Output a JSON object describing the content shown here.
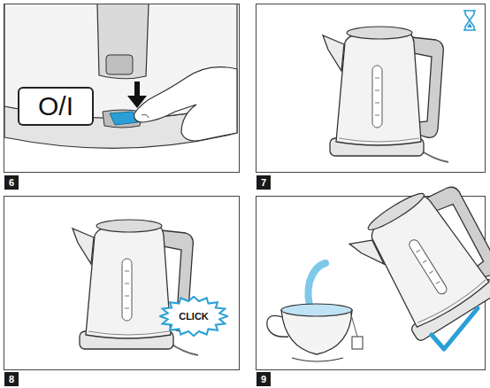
{
  "diagram": {
    "nodes": [
      {
        "text": [
          "O/I"
        ]
      },
      {
        "text": [
          "6"
        ]
      },
      {
        "text": [
          "7"
        ]
      },
      {
        "text": [
          "CLICK"
        ]
      },
      {
        "text": [
          "8"
        ]
      },
      {
        "text": [
          "9"
        ]
      }
    ]
  }
}
